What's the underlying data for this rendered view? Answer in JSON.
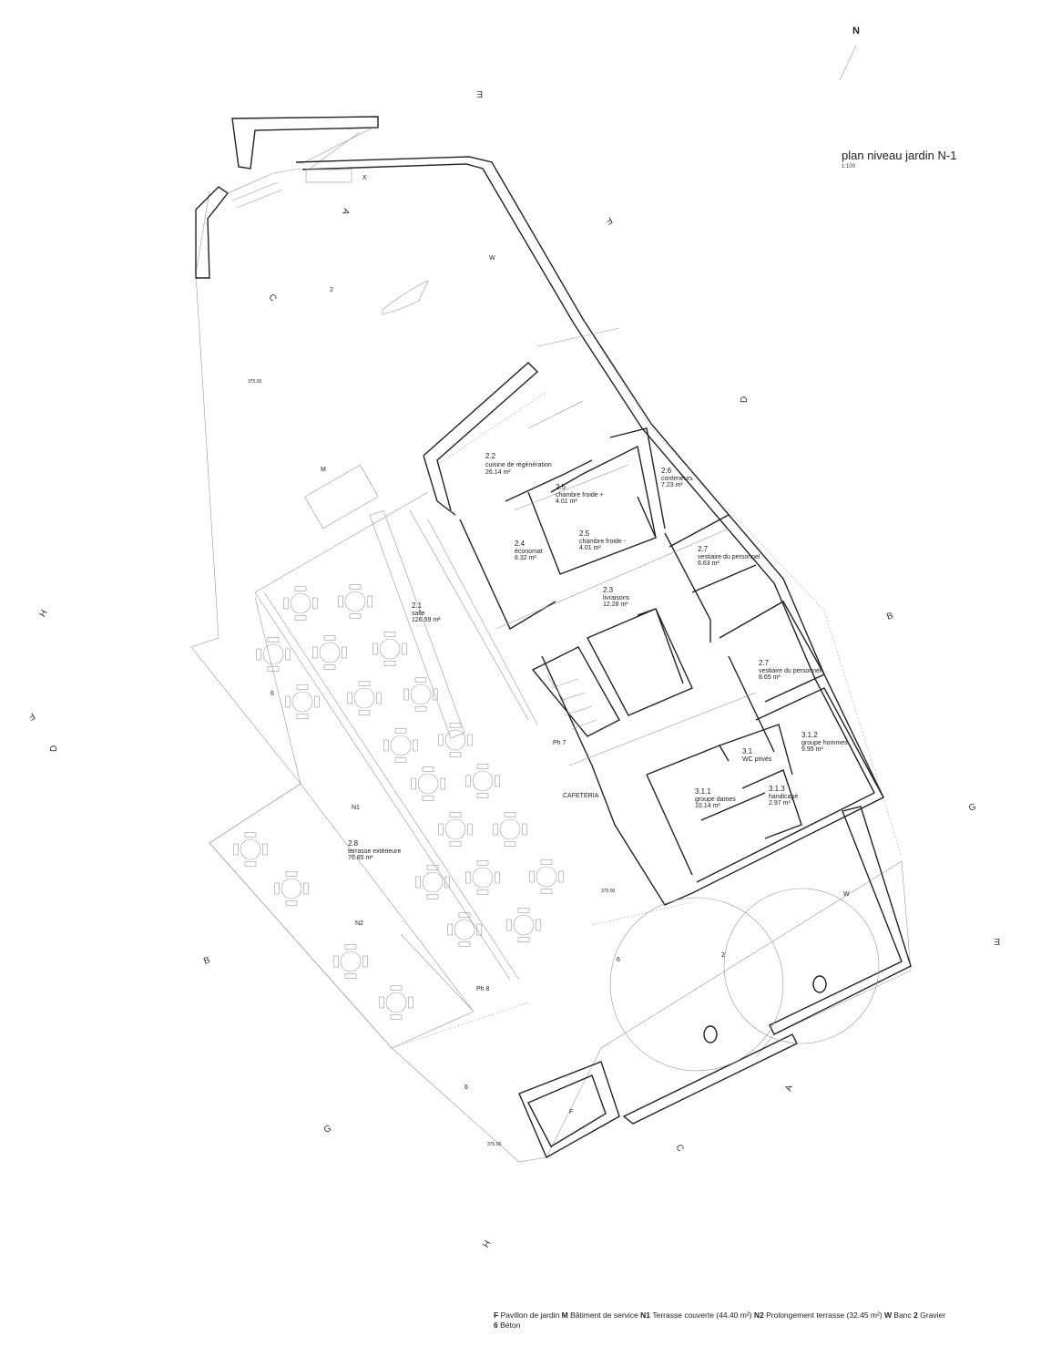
{
  "header": {
    "title": "plan niveau jardin N-1",
    "scale": "1:100",
    "north": "N"
  },
  "rooms": [
    {
      "num": "2.2",
      "name": "cuisine de régénération",
      "area": "26.14 m²"
    },
    {
      "num": "2.5",
      "name": "chambre froide +",
      "area": "4.01 m²"
    },
    {
      "num": "2.5",
      "name": "chambre froide -",
      "area": "4.01 m²"
    },
    {
      "num": "2.6",
      "name": "conteneurs",
      "area": "7.23 m²"
    },
    {
      "num": "2.4",
      "name": "économat",
      "area": "8.32 m²"
    },
    {
      "num": "2.7",
      "name": "vestiaire du personnel",
      "area": "6.63 m²"
    },
    {
      "num": "2.3",
      "name": "livraisons",
      "area": "12.28 m²"
    },
    {
      "num": "2.1",
      "name": "salle",
      "area": "126.59 m²"
    },
    {
      "num": "2.7",
      "name": "vestiaire du personnel",
      "area": "8.65 m²"
    },
    {
      "num": "3.1.2",
      "name": "groupe hommes",
      "area": "9.95 m²"
    },
    {
      "num": "3.1",
      "name": "WC privés",
      "area": ""
    },
    {
      "num": "3.1.1",
      "name": "groupe dames",
      "area": "10.14 m²"
    },
    {
      "num": "3.1.3",
      "name": "handicapé",
      "area": "2.97 m²"
    },
    {
      "num": "2.8",
      "name": "terrasse extérieure",
      "area": "76.85 m²"
    }
  ],
  "zone_labels": {
    "x": "X",
    "w1": "W",
    "w2": "W",
    "two1": "2",
    "two2": "2",
    "m": "M",
    "six1": "6",
    "six2": "6",
    "six3": "6",
    "n1": "N1",
    "n2": "N2",
    "f": "F",
    "cafeteria": "CAFETERIA",
    "ph7": "Ph 7",
    "ph8": "Ph 8",
    "lvl1": "375.00",
    "lvl2": "375.00",
    "lvl3": "375.00"
  },
  "sections": [
    "A",
    "A",
    "B",
    "B",
    "C",
    "C",
    "D",
    "D",
    "E",
    "E",
    "F",
    "F",
    "G",
    "G",
    "H",
    "H"
  ],
  "legend": {
    "items": [
      {
        "key": "F",
        "text": "Pavillon de jardin"
      },
      {
        "key": "M",
        "text": "Bâtiment de service"
      },
      {
        "key": "N1",
        "text": "Terrasse couverte (44.40 m²)"
      },
      {
        "key": "N2",
        "text": "Prolongement terrasse (32.45 m²)"
      },
      {
        "key": "W",
        "text": "Banc"
      },
      {
        "key": "2",
        "text": "Gravier"
      },
      {
        "key": "6",
        "text": "Béton"
      }
    ]
  }
}
